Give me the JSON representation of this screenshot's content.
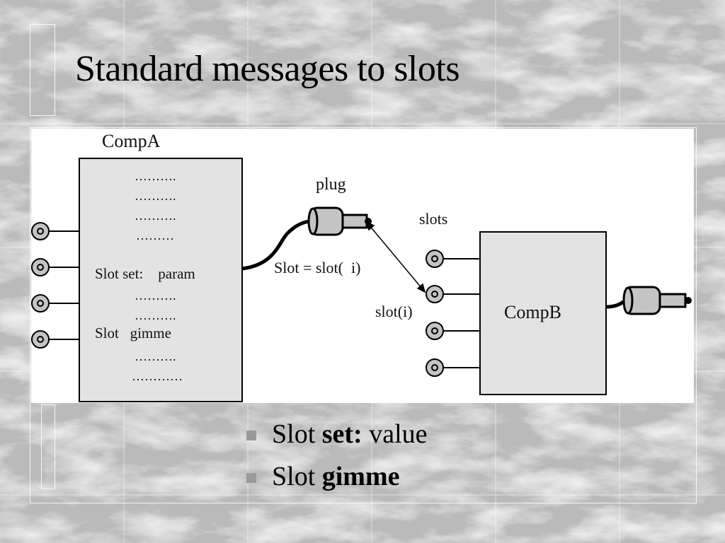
{
  "slide": {
    "title": "Standard messages to slots"
  },
  "diagram": {
    "comp_a": {
      "label": "CompA",
      "lines": [
        "……….",
        "……….",
        "……….",
        "………",
        "Slot set:    param",
        "……….",
        "……….",
        "Slot   gimme",
        "……….",
        "…………"
      ]
    },
    "comp_b": {
      "label": "CompB"
    },
    "plug_label": "plug",
    "slots_label": "slots",
    "slot_assignment": "Slot = slot(  i)",
    "slot_i_label": "slot(i)"
  },
  "bullets": [
    {
      "prefix": "Slot ",
      "keyword": "set:",
      "suffix": " value"
    },
    {
      "prefix": "Slot ",
      "keyword": "gimme",
      "suffix": ""
    }
  ],
  "colors": {
    "box_fill": "#e3e3e3",
    "connector_fill": "#c4c4c4",
    "bullet": "#9a9a9a"
  }
}
